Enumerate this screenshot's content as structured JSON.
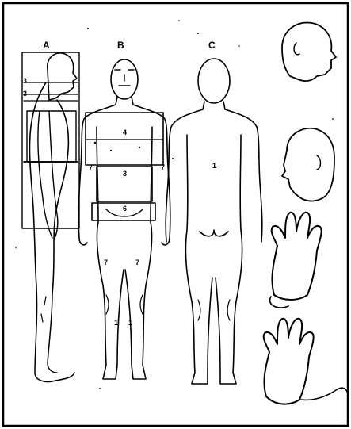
{
  "figure": {
    "labels": {
      "front_view": "B",
      "side_view": "A",
      "back_view": "C"
    },
    "region_numbers": {
      "side_head_1": "3",
      "side_head_2": "3",
      "chest": "4",
      "abdomen": "3",
      "lower_abdomen": "6",
      "left_arm": "7",
      "right_arm": "7",
      "left_thigh": "7",
      "right_thigh": "7",
      "left_shin": "1",
      "right_shin": "1",
      "back": "1"
    }
  }
}
